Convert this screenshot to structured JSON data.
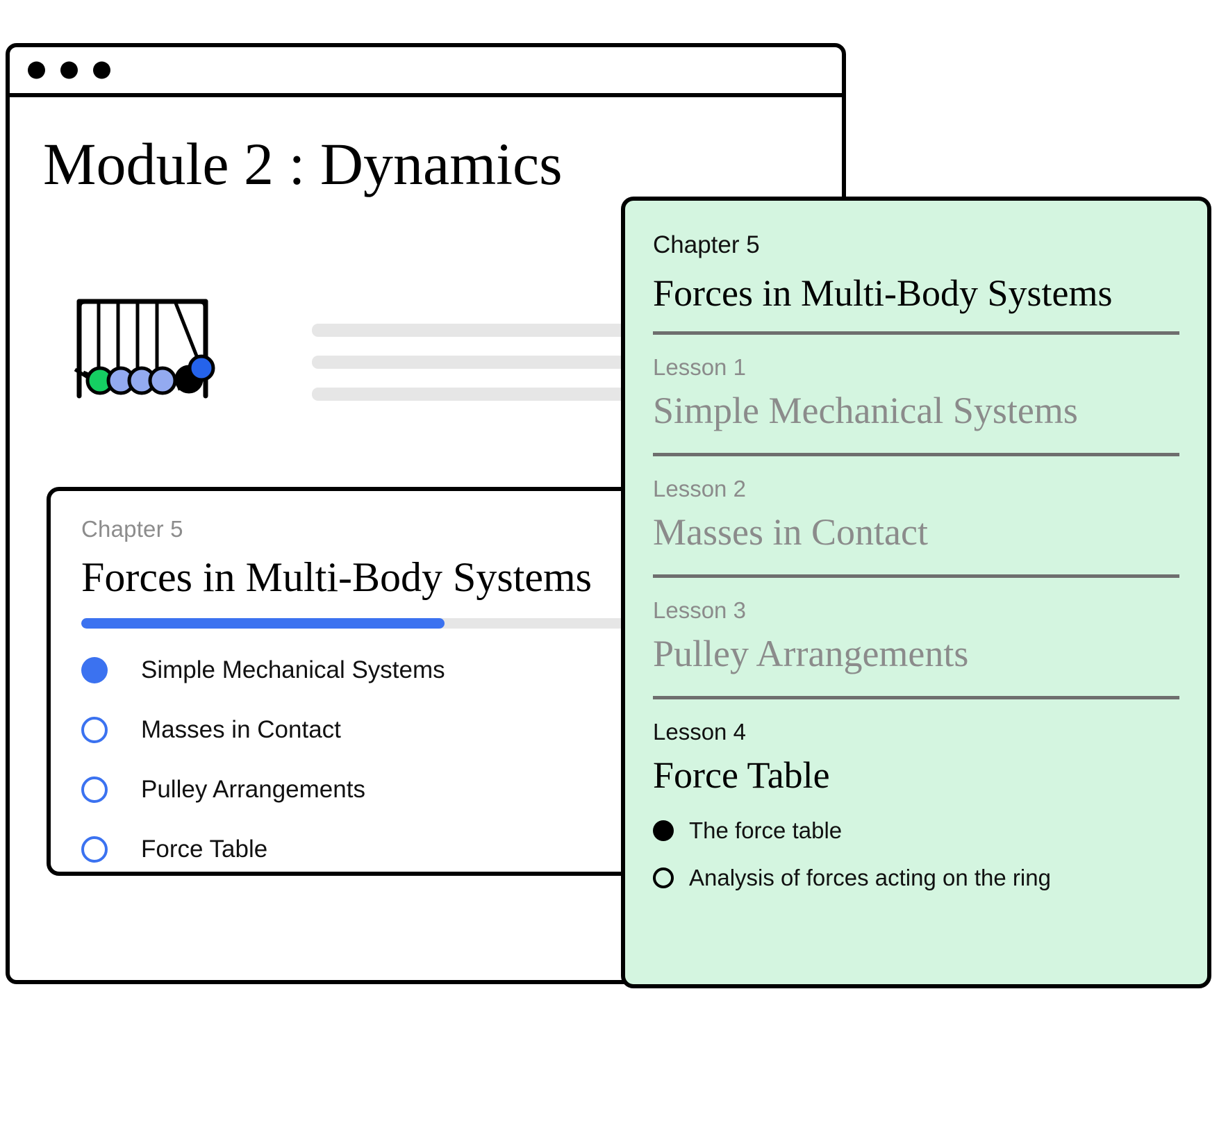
{
  "window": {
    "traffic_lights": [
      "dot-1",
      "dot-2",
      "dot-3"
    ],
    "title": "Module 2 : Dynamics"
  },
  "illustration": {
    "name": "newtons-cradle",
    "ball_colors": [
      "#15cf62",
      "#93aaf0",
      "#93aaf0",
      "#93aaf0",
      "#000000"
    ],
    "swinging_ball_color": "#2563eb",
    "ball_count": 5
  },
  "placeholder_bars": {
    "count": 3,
    "color": "#e6e6e6"
  },
  "chapter_card": {
    "chapter_label": "Chapter 5",
    "chapter_title": "Forces in Multi-Body Systems",
    "progress": {
      "percent": 55,
      "fill_color": "#3b72f0",
      "track_color": "#e6e6e6"
    },
    "lessons": [
      {
        "label": "Simple Mechanical Systems",
        "state": "filled"
      },
      {
        "label": "Masses in Contact",
        "state": "empty"
      },
      {
        "label": "Pulley Arrangements",
        "state": "empty"
      },
      {
        "label": "Force Table",
        "state": "empty"
      }
    ]
  },
  "green_panel": {
    "background_color": "#d4f5e0",
    "chapter_label": "Chapter 5",
    "chapter_title": "Forces in Multi-Body Systems",
    "lessons": [
      {
        "label": "Lesson 1",
        "title": "Simple Mechanical Systems",
        "active": false
      },
      {
        "label": "Lesson 2",
        "title": "Masses in Contact",
        "active": false
      },
      {
        "label": "Lesson 3",
        "title": "Pulley Arrangements",
        "active": false
      },
      {
        "label": "Lesson 4",
        "title": "Force Table",
        "active": true
      }
    ],
    "topics": [
      {
        "label": "The force table",
        "state": "filled"
      },
      {
        "label": "Analysis of forces acting on the ring",
        "state": "empty"
      }
    ]
  }
}
